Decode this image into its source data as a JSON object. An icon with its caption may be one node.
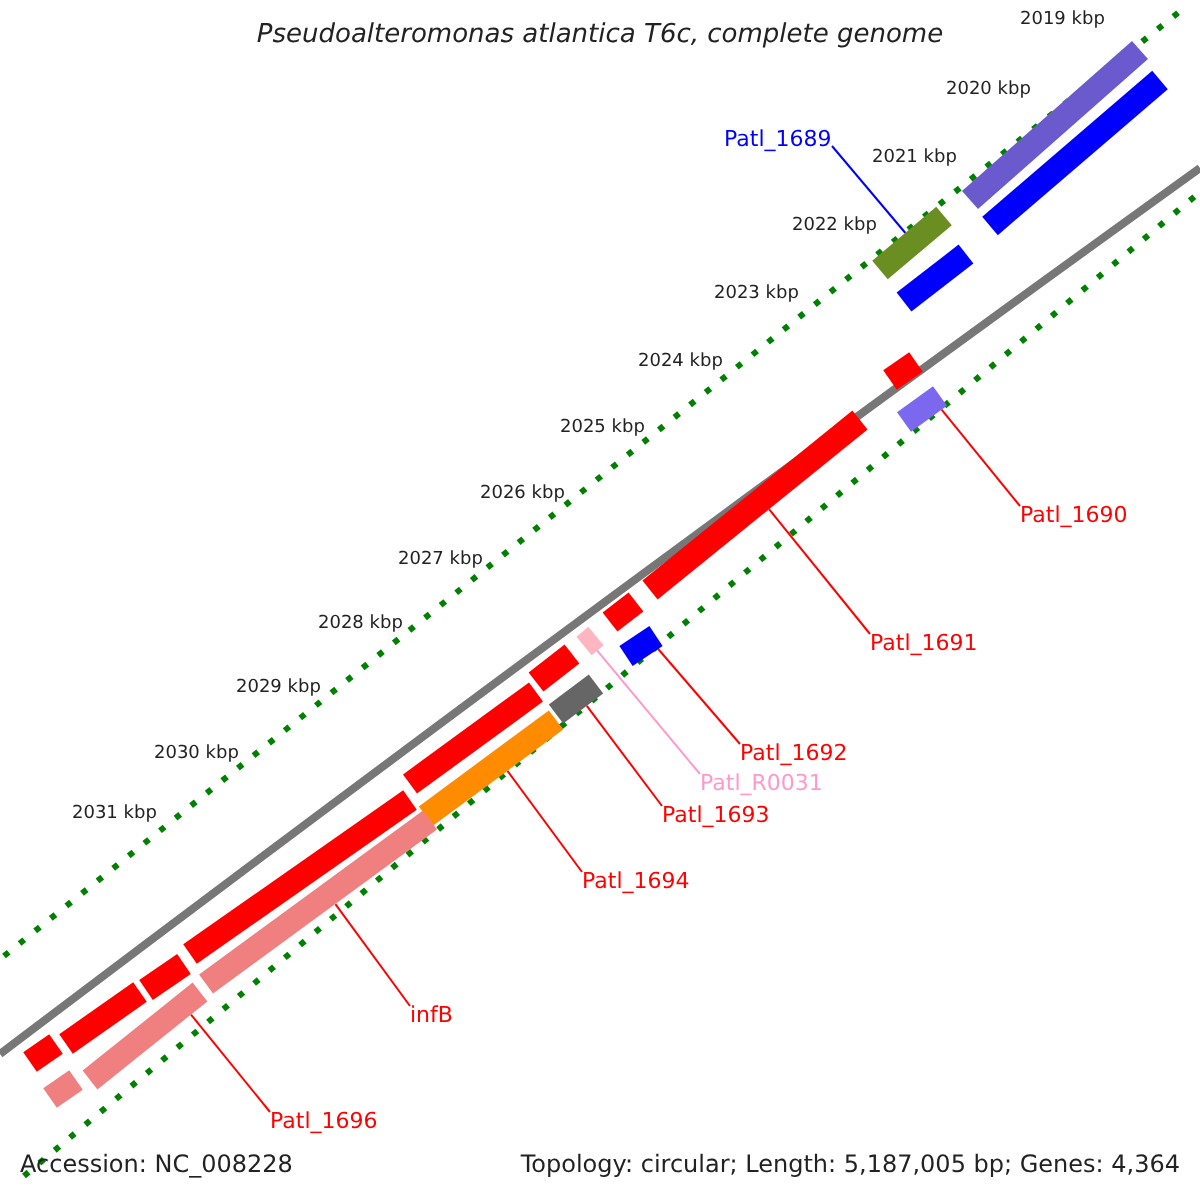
{
  "diagram": {
    "title": "Pseudoalteromonas atlantica T6c, complete genome",
    "nodes": [
      {
        "text": [
          "Patl_1689"
        ]
      },
      {
        "text": [
          "Patl_1690"
        ]
      },
      {
        "text": [
          "Patl_1691"
        ]
      },
      {
        "text": [
          "Patl_1692"
        ]
      },
      {
        "text": [
          "Patl_R0031"
        ]
      },
      {
        "text": [
          "Patl_1693"
        ]
      },
      {
        "text": [
          "Patl_1694"
        ]
      },
      {
        "text": [
          "infB"
        ]
      },
      {
        "text": [
          "Patl_1696"
        ]
      },
      {
        "text": [],
        "shape": "bar"
      },
      {
        "text": [],
        "shape": "bar"
      },
      {
        "text": [],
        "shape": "bar"
      },
      {
        "text": [],
        "shape": "bar"
      },
      {
        "text": [],
        "shape": "bar"
      },
      {
        "text": [],
        "shape": "bar"
      },
      {
        "text": [],
        "shape": "bar"
      },
      {
        "text": [],
        "shape": "bar"
      },
      {
        "text": [],
        "shape": "bar"
      },
      {
        "text": [],
        "shape": "bar"
      },
      {
        "text": [],
        "shape": "bar"
      },
      {
        "text": [],
        "shape": "bar"
      },
      {
        "text": [],
        "shape": "bar"
      },
      {
        "text": [],
        "shape": "bar"
      },
      {
        "text": [],
        "shape": "bar"
      },
      {
        "text": [],
        "shape": "bar"
      },
      {
        "text": [],
        "shape": "bar"
      },
      {
        "text": [],
        "shape": "bar"
      },
      {
        "text": [],
        "shape": "bar"
      },
      {
        "text": [],
        "shape": "bar"
      },
      {
        "text": [],
        "shape": "bar"
      }
    ],
    "edges": [
      {
        "from": 0,
        "to": 11,
        "arrow": "none",
        "color": "#0000ff"
      },
      {
        "from": 1,
        "to": 14,
        "arrow": "none"
      },
      {
        "from": 2,
        "to": 15,
        "arrow": "none"
      },
      {
        "from": 3,
        "to": 18,
        "arrow": "none"
      },
      {
        "from": 4,
        "to": 17,
        "arrow": "none",
        "color": "#ff99cc"
      },
      {
        "from": 5,
        "to": 20,
        "arrow": "none"
      },
      {
        "from": 6,
        "to": 22,
        "arrow": "none"
      },
      {
        "from": 7,
        "to": 24,
        "arrow": "none"
      },
      {
        "from": 8,
        "to": 27,
        "arrow": "none"
      }
    ],
    "labels": [
      "2019 kbp",
      "2020 kbp",
      "2021 kbp",
      "2022 kbp",
      "2023 kbp",
      "2024 kbp",
      "2025 kbp",
      "2026 kbp",
      "2027 kbp",
      "2028 kbp",
      "2029 kbp",
      "2030 kbp",
      "2031 kbp",
      "Accession: NC_008228",
      "Topology: circular; Length: 5,187,005 bp; Genes: 4,364"
    ]
  }
}
